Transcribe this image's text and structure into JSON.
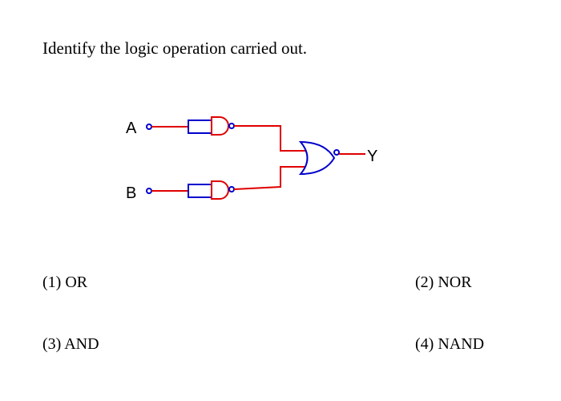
{
  "question": "Identify the logic operation carried out.",
  "circuit": {
    "input_a": "A",
    "input_b": "B",
    "output": "Y",
    "wire_color": "#e00000",
    "gate_color": "#0000cc"
  },
  "options": [
    {
      "label": "(1) OR"
    },
    {
      "label": "(2) NOR"
    },
    {
      "label": "(3) AND"
    },
    {
      "label": "(4) NAND"
    }
  ]
}
